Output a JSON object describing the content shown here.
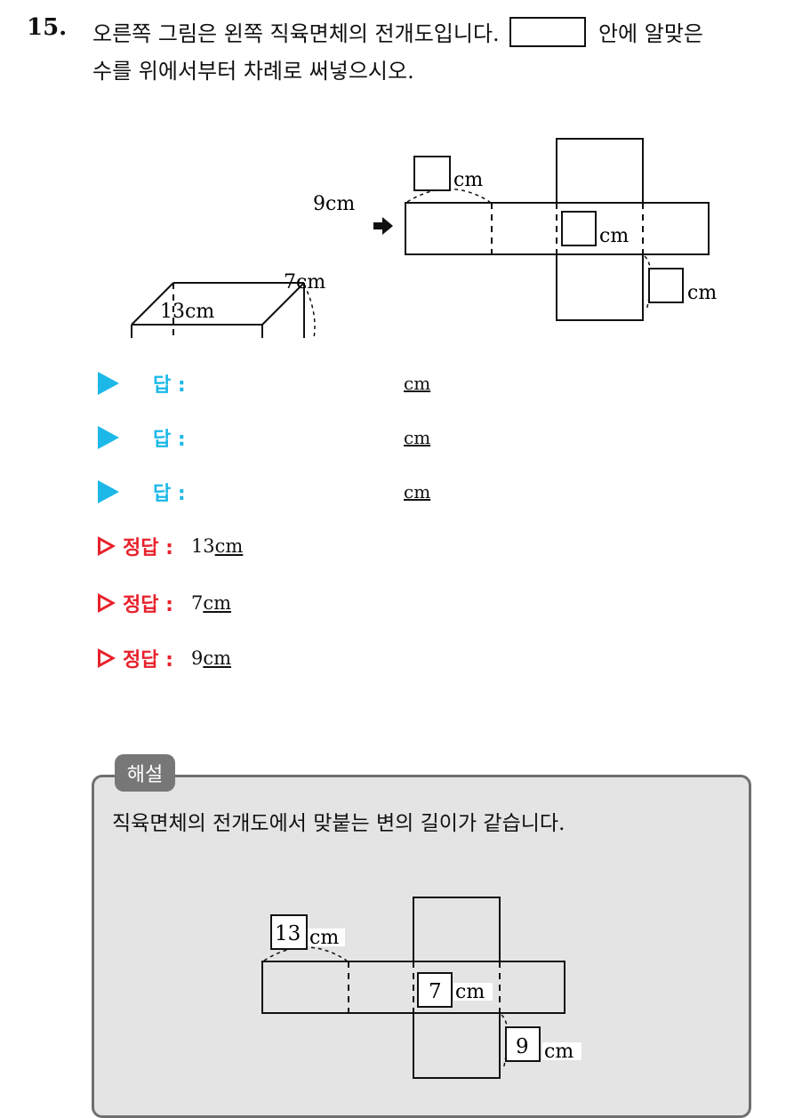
{
  "question": {
    "number": "15.",
    "line1_before": "오른쪽 그림은 왼쪽 직육면체의 전개도입니다.",
    "line1_after": "안에 알맞은",
    "line2": "수를 위에서부터 차례로 써넣으시오."
  },
  "figure": {
    "box_labels": {
      "height": "9cm",
      "depth": "7cm",
      "width": "13cm"
    },
    "net_unit": "cm"
  },
  "answers": [
    {
      "label": "답 :",
      "unit": "cm"
    },
    {
      "label": "답 :",
      "unit": "cm"
    },
    {
      "label": "답 :",
      "unit": "cm"
    }
  ],
  "correct": [
    {
      "label": "정답 :",
      "value": "13",
      "unit": "cm"
    },
    {
      "label": "정답 :",
      "value": "7",
      "unit": "cm"
    },
    {
      "label": "정답 :",
      "value": "9",
      "unit": "cm"
    }
  ],
  "explanation": {
    "tab": "해설",
    "text": "직육면체의 전개도에서 맞붙는 변의 길이가 같습니다.",
    "values": [
      "13",
      "7",
      "9"
    ],
    "unit": "cm"
  },
  "colors": {
    "answer_blue": "#1cb8e8",
    "correct_red": "#e8212c",
    "panel_bg": "#e4e4e4",
    "panel_border": "#6f6f6f",
    "tab_bg": "#777777"
  }
}
